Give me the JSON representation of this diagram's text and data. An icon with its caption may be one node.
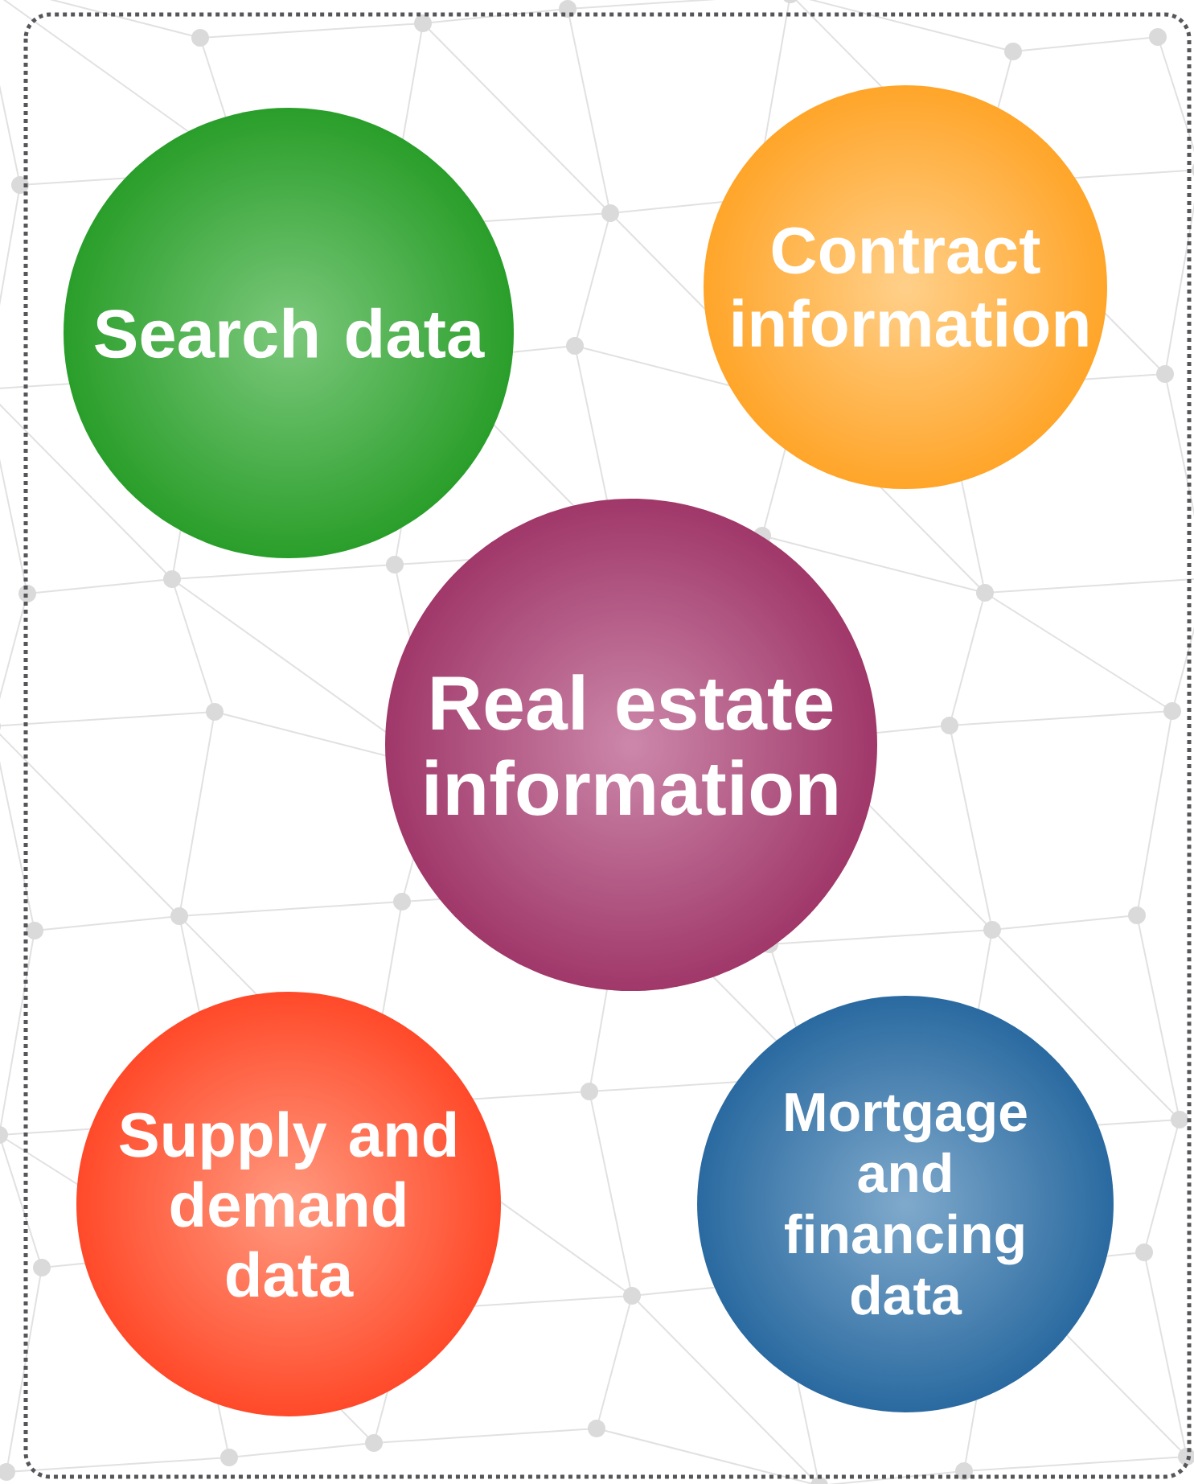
{
  "diagram": {
    "nodes": [
      {
        "text": [
          "Search data"
        ]
      },
      {
        "text": [
          "Contract information"
        ]
      },
      {
        "text": [
          "Real estate information"
        ]
      },
      {
        "text": [
          "Supply and demand data"
        ]
      },
      {
        "text": [
          "Mortgage and financing data"
        ]
      }
    ]
  }
}
